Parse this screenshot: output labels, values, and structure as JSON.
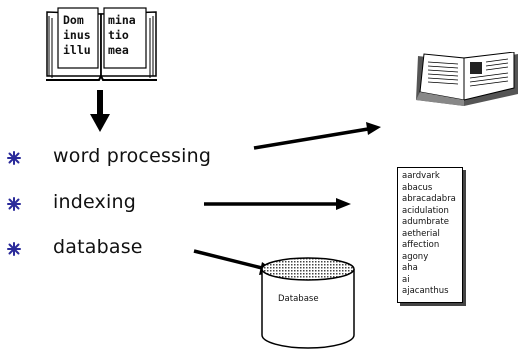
{
  "book_text": {
    "left_lines": [
      "Dom",
      "inus",
      "illu"
    ],
    "right_lines": [
      "mina",
      "tio",
      "mea"
    ]
  },
  "list_items": [
    {
      "icon": "asterisk-bullet-icon",
      "label": "word processing"
    },
    {
      "icon": "asterisk-bullet-icon",
      "label": "indexing"
    },
    {
      "icon": "asterisk-bullet-icon",
      "label": "database"
    }
  ],
  "index_words": [
    "aardvark",
    "abacus",
    "abracadabra",
    "acidulation",
    "adumbrate",
    "aetherial",
    "affection",
    "agony",
    "aha",
    "ai",
    "ajacanthus"
  ],
  "database": {
    "label": "Database"
  },
  "colors": {
    "bullet": "#2a2a9a",
    "ink": "#000000"
  }
}
